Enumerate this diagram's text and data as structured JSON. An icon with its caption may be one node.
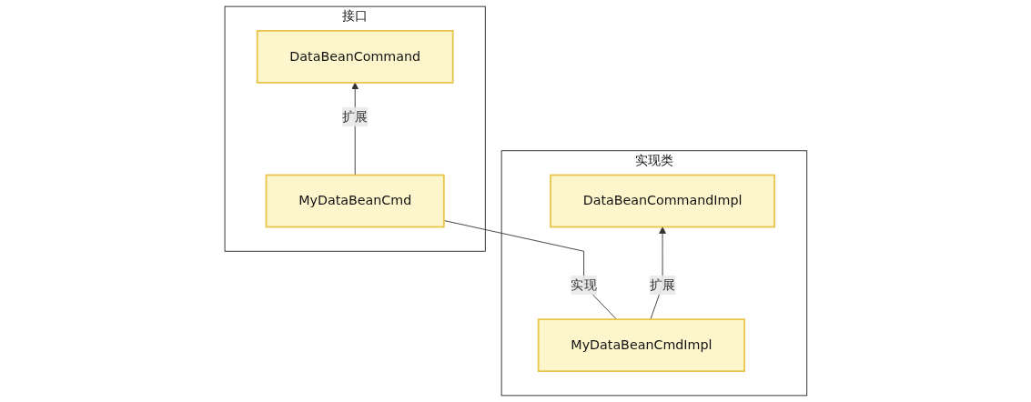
{
  "diagram": {
    "nodes": [
      {
        "text": [
          "实现类"
        ]
      },
      {
        "text": [
          "DataBeanCommandImpl"
        ],
        "in": 0
      },
      {
        "text": [
          "MyDataBeanCmdImpl"
        ],
        "in": 0
      },
      {
        "text": [
          "接口"
        ]
      },
      {
        "text": [
          "DataBeanCommand"
        ],
        "in": 3
      },
      {
        "text": [
          "MyDataBeanCmd"
        ],
        "in": 3
      }
    ],
    "edges": [
      {
        "from": 2,
        "to": 1,
        "arrow": "to",
        "label": "扩展"
      },
      {
        "from": 2,
        "to": 5,
        "arrow": "none",
        "label": "实现"
      },
      {
        "from": 5,
        "to": 4,
        "arrow": "to",
        "label": "扩展"
      }
    ]
  }
}
